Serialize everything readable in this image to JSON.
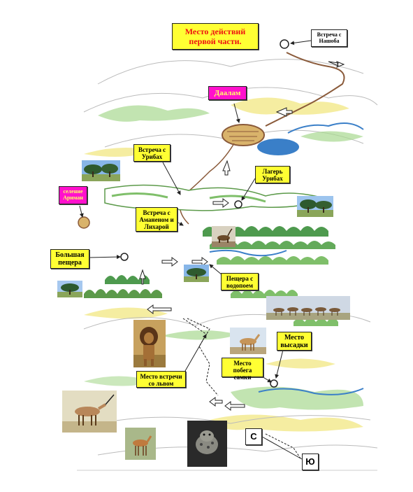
{
  "map": {
    "title": "Место действий первой части.",
    "labels": {
      "meeting_nashoba": "Встреча с Нашоба",
      "daalam": "Даалам",
      "meeting_urivbakh": "Встреча с Урибах",
      "camp_urivbakh": "Лагерь Урибах",
      "settlement_ariman": "селение Ариман",
      "meeting_amanen": "Встреча с Аманеном и Лихарой",
      "big_cave": "Большая пещера",
      "waterfall_cave": "Пещера с водопоем",
      "landing_site": "Место высадки",
      "escape_site": "Место побега самки",
      "lion_meeting": "Место встречи со львом"
    },
    "compass": {
      "north": "С",
      "south": "Ю"
    },
    "icons": [
      "camp-marker-icon",
      "direction-arrow-icon",
      "photo-tree",
      "photo-lion",
      "photo-antelope",
      "photo-hyena",
      "photo-zebra-herd",
      "photo-ibex"
    ],
    "colors": {
      "callout_yellow": "#ffff33",
      "callout_magenta": "#ff11cc",
      "title_red": "#ee1111",
      "hills_green": "#7fbf6a",
      "hills_yellow": "#f0e070",
      "water_blue": "#3a7fc8",
      "trail_brown": "#8a5a3a"
    }
  }
}
